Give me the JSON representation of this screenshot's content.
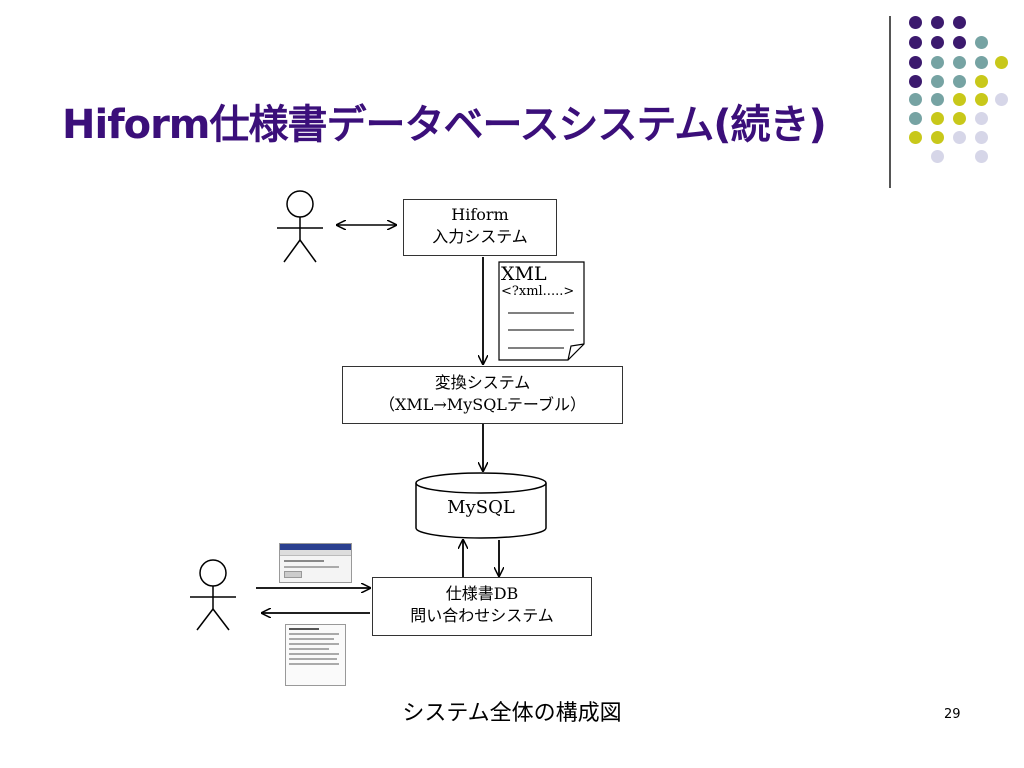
{
  "slide": {
    "title": "Hiform仕様書データベースシステム(続き)",
    "caption": "システム全体の構成図",
    "page_number": "29"
  },
  "diagram": {
    "input_box": {
      "line1": "Hiform",
      "line2": "入力システム"
    },
    "xml_doc": {
      "header": "XML",
      "line1": "<?xml.....>"
    },
    "convert_box": {
      "line1": "変換システム",
      "line2": "（XML→MySQLテーブル）"
    },
    "database": {
      "label": "MySQL"
    },
    "query_box": {
      "line1": "仕様書DB",
      "line2": "問い合わせシステム"
    }
  },
  "colors": {
    "title": "#3b0f7a",
    "dot_purple": "#3c1a6e",
    "dot_teal": "#76a3a3",
    "dot_yellow": "#c8c81a",
    "dot_lavender": "#d6d6e8"
  }
}
